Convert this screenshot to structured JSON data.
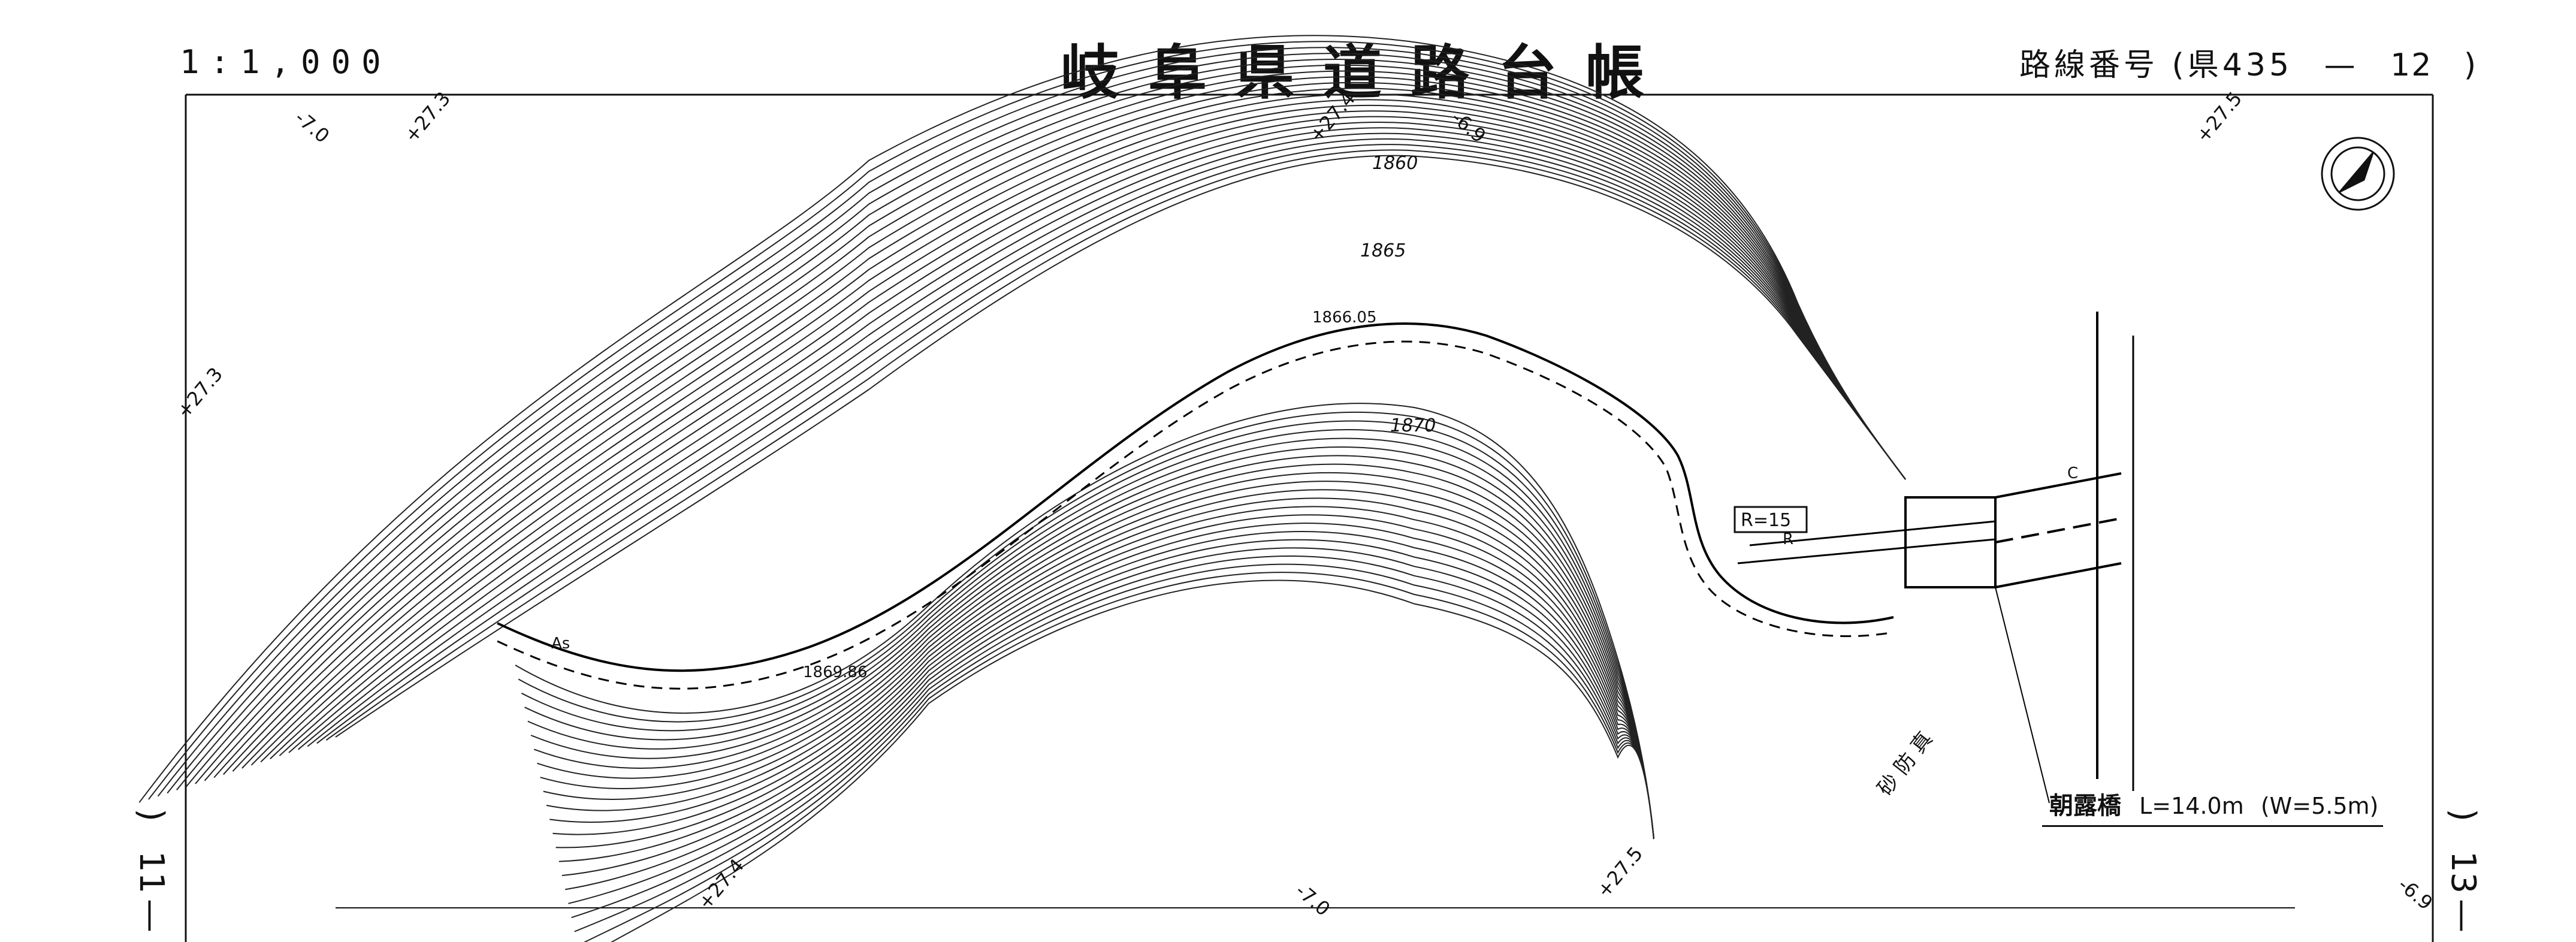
{
  "header": {
    "scale": "1:1,000",
    "title": "岐阜県道路台帳",
    "route_prefix": "路線番号",
    "route_open": "(県435",
    "route_dash": "—",
    "route_number": "12",
    "route_close": ")"
  },
  "side_left": {
    "open": ")",
    "digits": "11",
    "dash": "—"
  },
  "side_right": {
    "open": ")",
    "digits": "13",
    "dash": "—"
  },
  "stations": [
    "-7.0",
    "+27.3",
    "+27.4",
    "-6.9",
    "+27.5",
    "+27.3",
    "+27.4",
    "-7.0",
    "+27.5",
    "-6.9"
  ],
  "contours": [
    "1860",
    "1865",
    "1870"
  ],
  "elevations": [
    "1866.05",
    "1869.86"
  ],
  "road_labels": {
    "radius": "R=15",
    "road_code": "R",
    "as": "As",
    "c_mark": "C",
    "stream": "砂 防 真"
  },
  "bridge": {
    "name": "朝露橋",
    "length": "L=14.0m",
    "width": "(W=5.5m)"
  }
}
